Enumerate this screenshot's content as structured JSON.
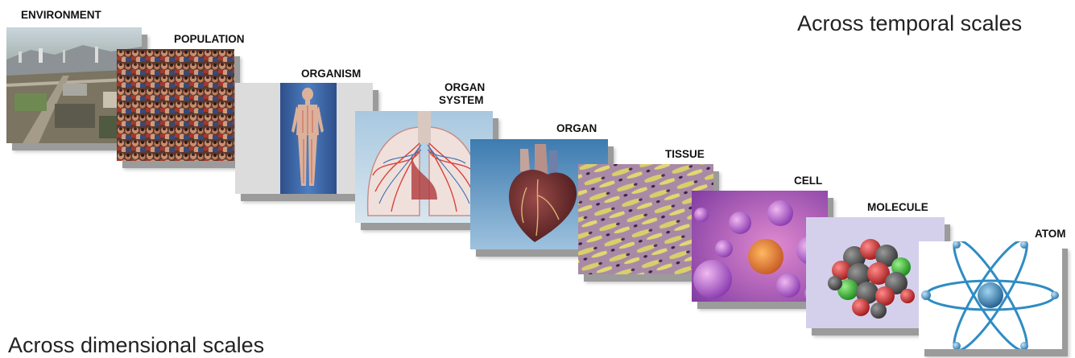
{
  "headings": {
    "temporal": "Across temporal scales",
    "dimensional": "Across dimensional scales"
  },
  "scales": [
    {
      "label": "ENVIRONMENT"
    },
    {
      "label": "POPULATION"
    },
    {
      "label": "ORGANISM"
    },
    {
      "label_line1": "ORGAN",
      "label_line2": "SYSTEM"
    },
    {
      "label": "ORGAN"
    },
    {
      "label": "TISSUE"
    },
    {
      "label": "CELL"
    },
    {
      "label": "MOLECULE"
    },
    {
      "label": "ATOM"
    }
  ]
}
